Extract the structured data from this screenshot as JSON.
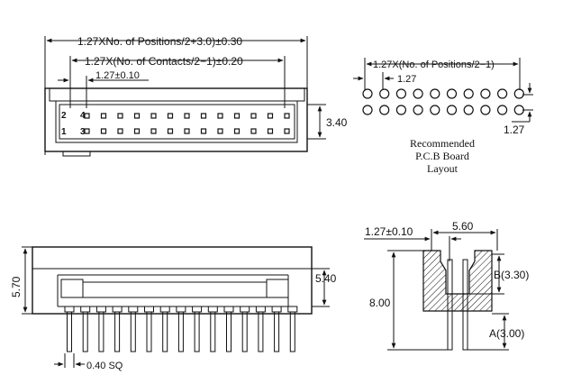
{
  "top_view": {
    "dim_positions": "1.27XNo. of Positions/2+3.0)±0.30",
    "dim_contacts": "1.27X(No. of Contacts/2−1)±0.20",
    "dim_pitch": "1.27±0.10",
    "dim_height": "3.40",
    "pin_labels": [
      "2",
      "4",
      "1",
      "3"
    ],
    "contacts_per_row": 13
  },
  "pcb_layout": {
    "dim_span": "1.27X(No. of Positions/2−1)",
    "dim_pitch_top": "1.27",
    "dim_pitch_right": "1.27",
    "caption_lines": [
      "Recommended",
      "P.C.B Board",
      "Layout"
    ],
    "pads_per_row": 10
  },
  "front_view": {
    "dim_total_height": "5.70",
    "dim_body_height": "5.40",
    "dim_pin": "0.40 SQ",
    "pin_count": 15
  },
  "side_view": {
    "dim_pitch": "1.27±0.10",
    "dim_width": "5.60",
    "dim_height": "8.00",
    "dim_b": "B(3.30)",
    "dim_a": "A(3.00)"
  }
}
